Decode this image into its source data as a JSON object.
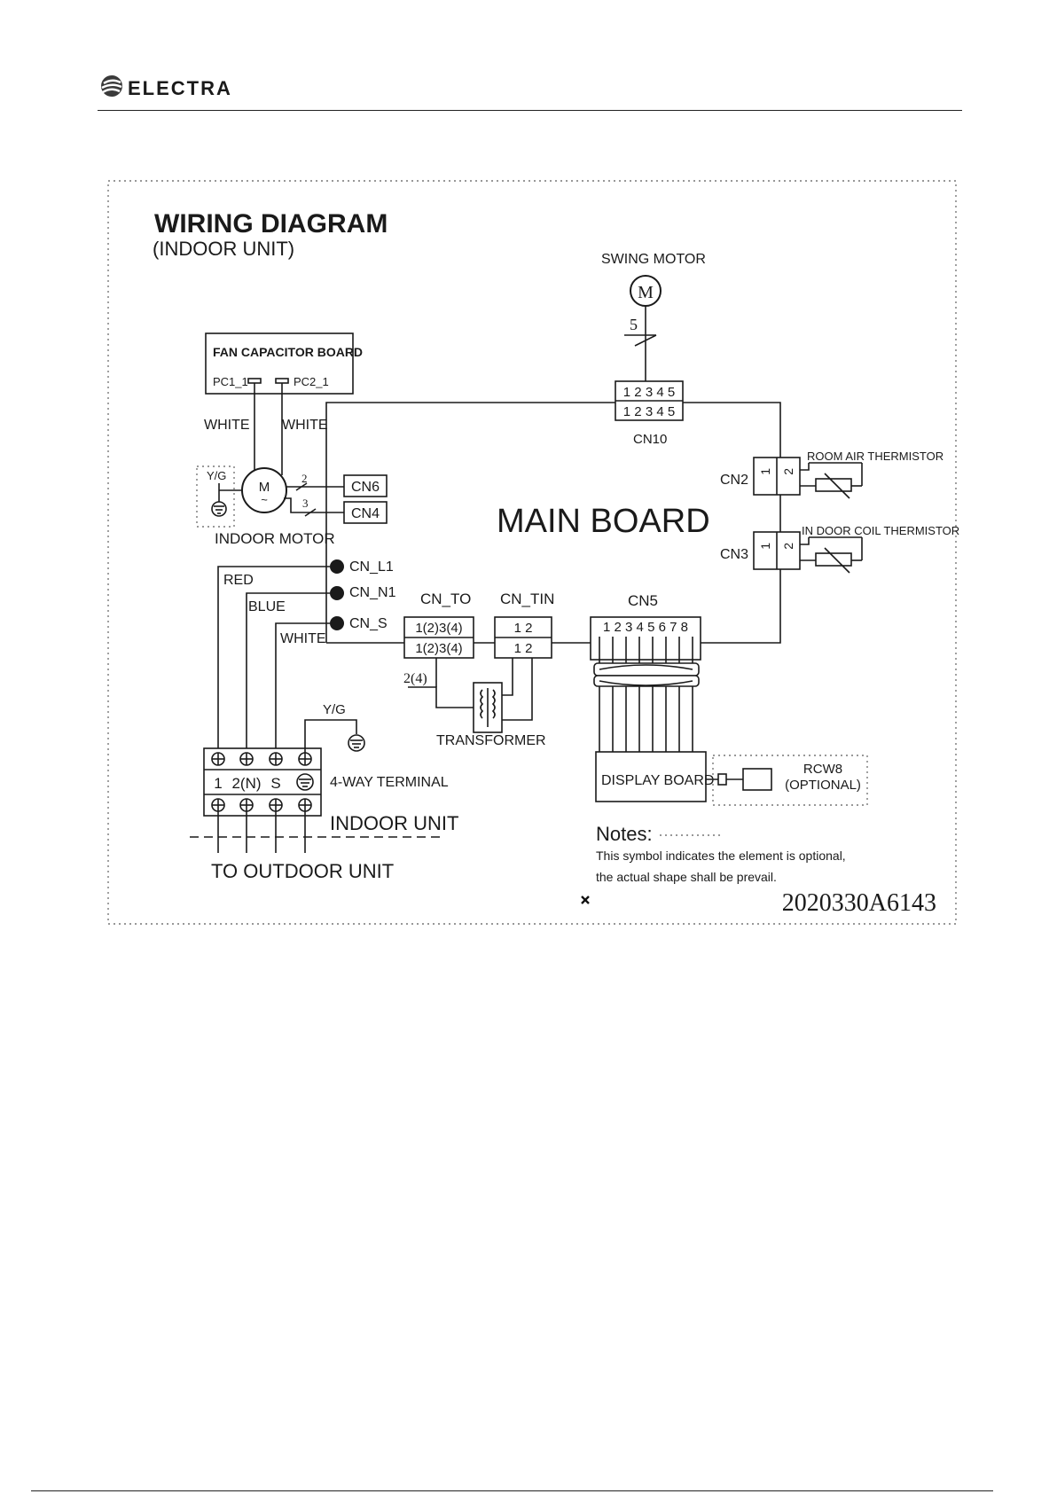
{
  "header": {
    "brand": "ELECTRA",
    "logo_icon": "electra-swirl-icon"
  },
  "diagram": {
    "title": "WIRING DIAGRAM",
    "subtitle": "(INDOOR UNIT)",
    "swing_motor": {
      "label": "SWING MOTOR",
      "symbol": "M",
      "wire_count": "5"
    },
    "cn10": {
      "label": "CN10",
      "pins": "1 2 3 4 5"
    },
    "fan_capacitor_board": {
      "label": "FAN CAPACITOR BOARD",
      "pc1": "PC1_1",
      "pc2": "PC2_1"
    },
    "wires": {
      "white_left": "WHITE",
      "white_right": "WHITE",
      "red": "RED",
      "blue": "BLUE",
      "white_s": "WHITE",
      "yg_motor": "Y/G",
      "yg_terminal": "Y/G"
    },
    "indoor_motor": {
      "label": "INDOOR MOTOR",
      "symbol": "M",
      "tilde": "~",
      "cn6_wires": "2",
      "cn4_wires": "3"
    },
    "cn6": "CN6",
    "cn4": "CN4",
    "main_board": "MAIN BOARD",
    "cn2": {
      "label": "CN2",
      "pin_a": "1",
      "pin_b": "2",
      "sensor": "ROOM AIR THERMISTOR"
    },
    "cn3": {
      "label": "CN3",
      "pin_a": "1",
      "pin_b": "2",
      "sensor": "IN DOOR COIL THERMISTOR"
    },
    "cn_l1": "CN_L1",
    "cn_n1": "CN_N1",
    "cn_s": "CN_S",
    "cn_to": {
      "label": "CN_TO",
      "pins": "1(2)3(4)",
      "wire": "2(4)"
    },
    "cn_tin": {
      "label": "CN_TIN",
      "pins": "1  2"
    },
    "transformer": "TRANSFORMER",
    "cn5": {
      "label": "CN5",
      "pins": "1 2 3 4 5 6 7 8"
    },
    "display_board": "DISPLAY  BOARD",
    "rcw8": {
      "name": "RCW8",
      "note": "(OPTIONAL)"
    },
    "terminal": {
      "label": "4-WAY TERMINAL",
      "t1": "1",
      "t2": "2(N)",
      "t3": "S",
      "indoor_unit": "INDOOR UNIT",
      "outdoor": "TO OUTDOOR UNIT"
    },
    "notes": {
      "title": "Notes:",
      "line1": "This symbol  indicates the element is optional,",
      "line2": "the actual shape shall be prevail."
    },
    "doc_code": "2020330A6143"
  }
}
